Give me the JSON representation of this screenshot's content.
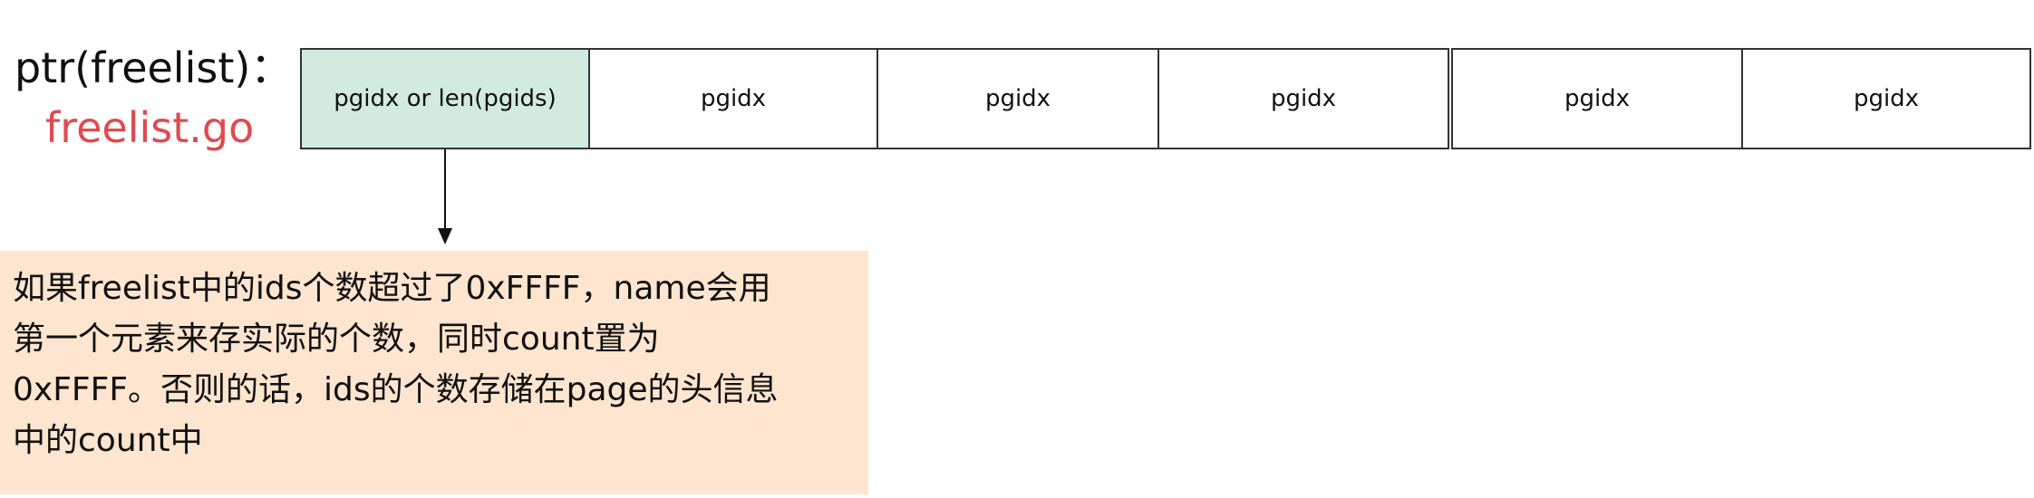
{
  "struct_label": "ptr(freelist)：",
  "file_label": "freelist.go",
  "cells": [
    {
      "label": "pgidx or len(pgids)",
      "highlight": true
    },
    {
      "label": "pgidx",
      "highlight": false
    },
    {
      "label": "pgidx",
      "highlight": false
    },
    {
      "label": "pgidx",
      "highlight": false
    },
    {
      "label": "pgidx",
      "highlight": false
    },
    {
      "label": "pgidx",
      "highlight": false
    }
  ],
  "note": {
    "lines": [
      "如果freelist中的ids个数超过了0xFFFF，name会用",
      "第一个元素来存实际的个数，同时count置为",
      "0xFFFF。否则的话，ids的个数存储在page的头信息",
      "中的count中"
    ]
  },
  "colors": {
    "highlight_cell": "#d1ebdf",
    "note_background": "#fde5cf",
    "file_label": "#e04a4f",
    "border": "#333333"
  }
}
